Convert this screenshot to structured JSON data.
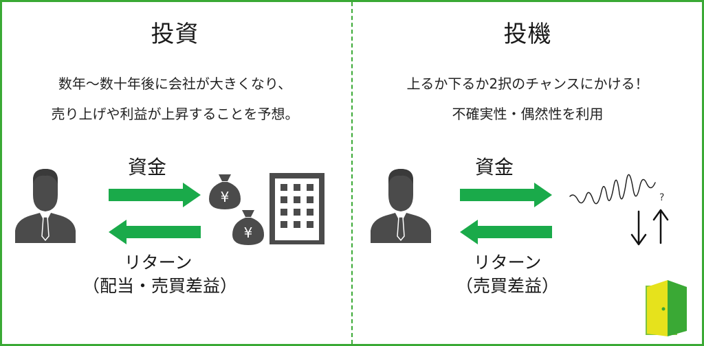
{
  "left_panel": {
    "title": "投資",
    "desc_lines": [
      "数年～数十年後に会社が大きくなり、",
      "売り上げや利益が上昇することを予想。"
    ],
    "funds_label": "資金",
    "return_line1": "リターン",
    "return_line2": "（配当・売買差益）",
    "currency": "¥"
  },
  "right_panel": {
    "title": "投機",
    "desc_lines": [
      "上るか下るか2択のチャンスにかける！",
      "不確実性・偶然性を利用"
    ],
    "funds_label": "資金",
    "return_line1": "リターン",
    "return_line2": "（売買差益）",
    "question_mark": "?"
  },
  "colors": {
    "accent_green": "#3aa935",
    "arrow_green": "#1aaa4a",
    "icon_gray": "#4b4b4b"
  }
}
